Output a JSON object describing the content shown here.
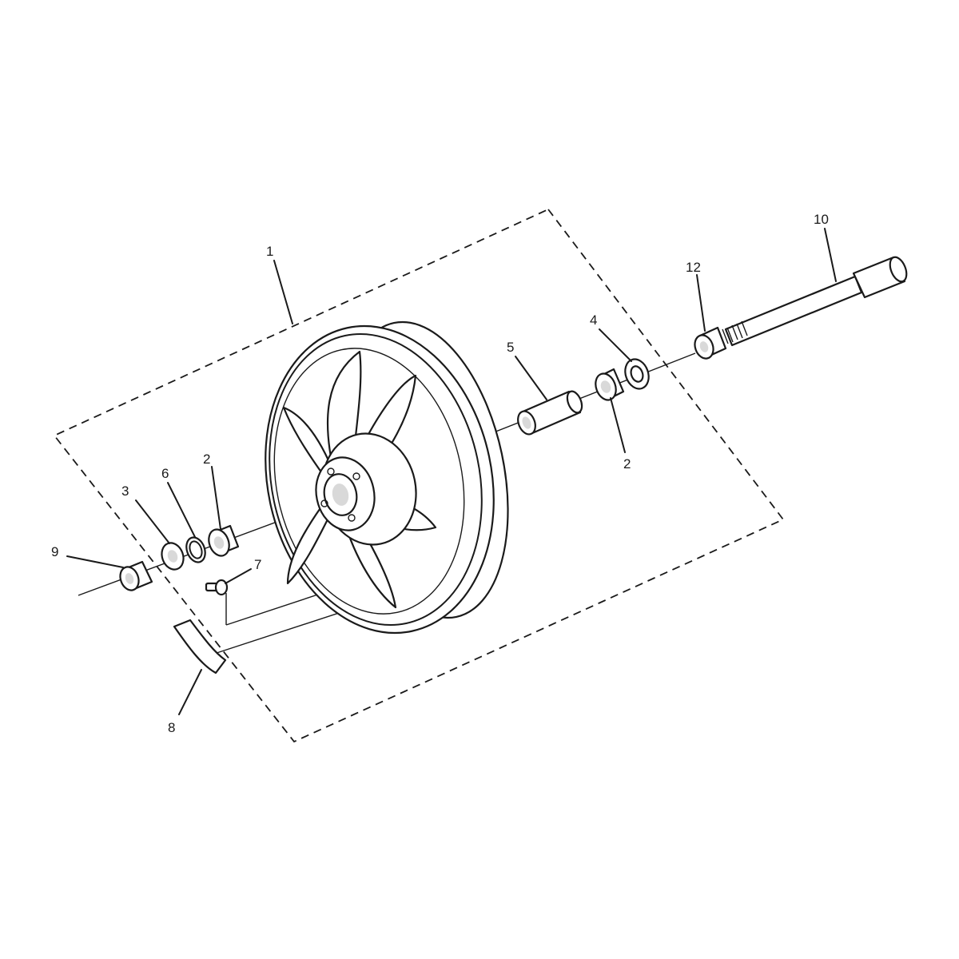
{
  "diagram": {
    "callouts": [
      {
        "id": "c1",
        "text": "1"
      },
      {
        "id": "c10",
        "text": "10"
      },
      {
        "id": "c12",
        "text": "12"
      },
      {
        "id": "c4",
        "text": "4"
      },
      {
        "id": "c5",
        "text": "5"
      },
      {
        "id": "c2r",
        "text": "2"
      },
      {
        "id": "c2l",
        "text": "2"
      },
      {
        "id": "c6",
        "text": "6"
      },
      {
        "id": "c3",
        "text": "3"
      },
      {
        "id": "c9",
        "text": "9"
      },
      {
        "id": "c7",
        "text": "7"
      },
      {
        "id": "c8",
        "text": "8"
      }
    ],
    "colors": {
      "line": "#1a1a1a",
      "fill": "#ffffff",
      "shade": "#d9d9d9",
      "background": "#ffffff"
    }
  }
}
